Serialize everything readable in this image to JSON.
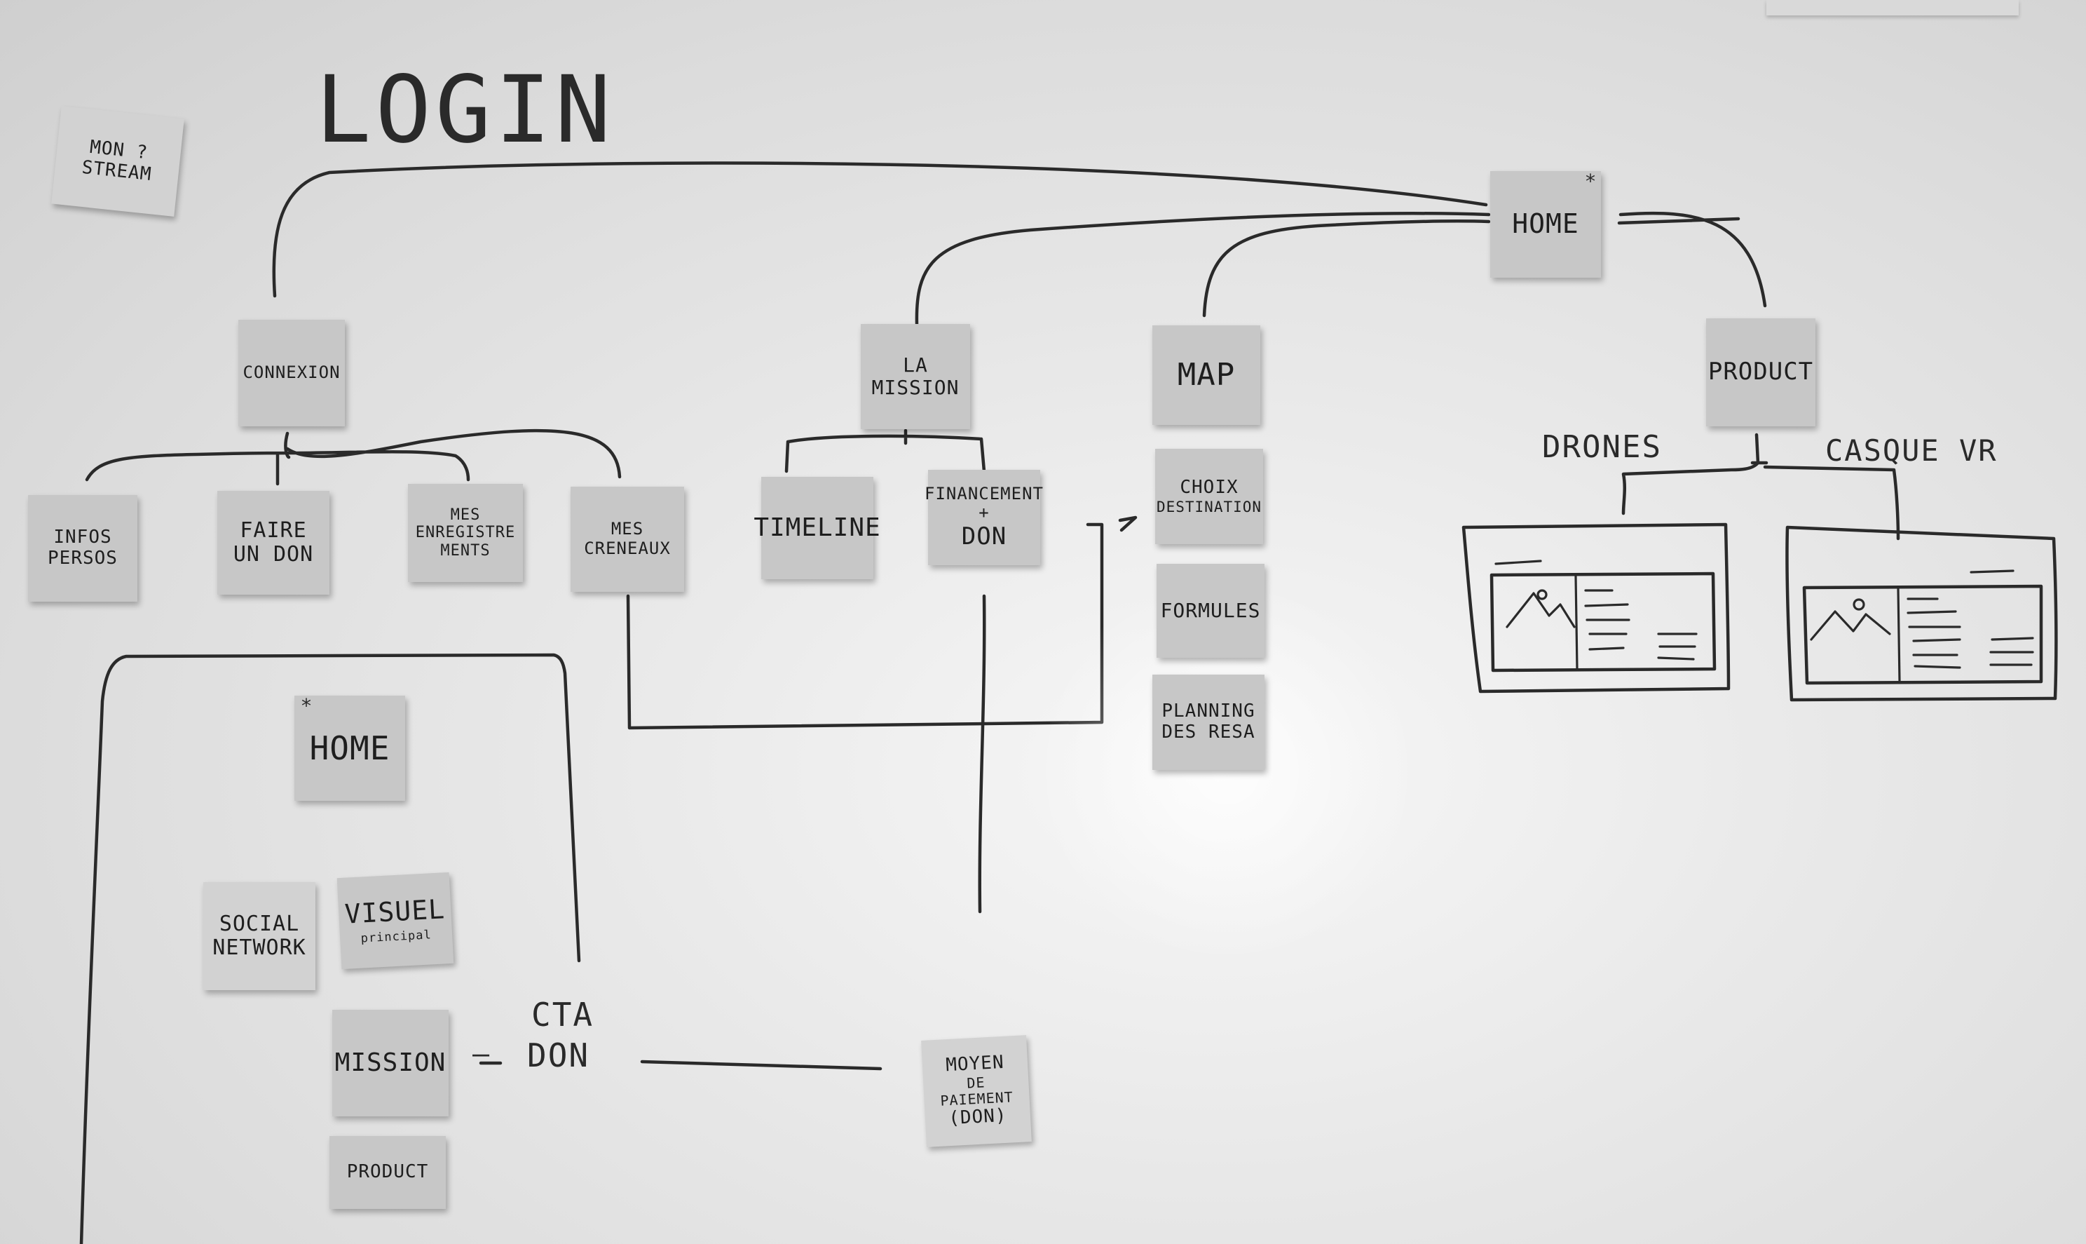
{
  "heading": "LOGIN",
  "corner_note": [
    "MON ?",
    "STREAM"
  ],
  "nodes": {
    "home_top": "HOME",
    "home_top_mark": "*",
    "connexion": "CONNEXION",
    "la_mission": "LA MISSION",
    "map": "MAP",
    "product": "PRODUCT",
    "infos_persos": [
      "INFOS",
      "PERSOS"
    ],
    "faire_un_don": [
      "FAIRE",
      "UN DON"
    ],
    "mes_enregistrements": [
      "MES",
      "ENREGISTRE",
      "MENTS"
    ],
    "mes_creneaux": [
      "MES",
      "CRENEAUX"
    ],
    "timeline": "TIMELINE",
    "financement_don": [
      "FINANCEMENT",
      "+",
      "DON"
    ],
    "choix_destination": [
      "CHOIX",
      "DESTINATION"
    ],
    "formules": "FORMULES",
    "planning_des_resa": [
      "PLANNING",
      "DES RESA"
    ],
    "home_bottom": "HOME",
    "home_bottom_mark": "*",
    "social_network": [
      "SOCIAL",
      "NETWORK"
    ],
    "visuel": "VISUEL",
    "visuel_sub": "principal",
    "mission": "MISSION",
    "product_small": "PRODUCT",
    "moyen_de_paiement": [
      "MOYEN",
      "DE PAIEMENT",
      "(DON)"
    ]
  },
  "labels": {
    "drones": "DRONES",
    "casque_vr": "CASQUE VR",
    "cta": "CTA",
    "cta_dash": "—",
    "don": "DON"
  },
  "icons": {
    "wireframe_drones": "image-placeholder-icon",
    "wireframe_casque": "image-placeholder-icon"
  }
}
